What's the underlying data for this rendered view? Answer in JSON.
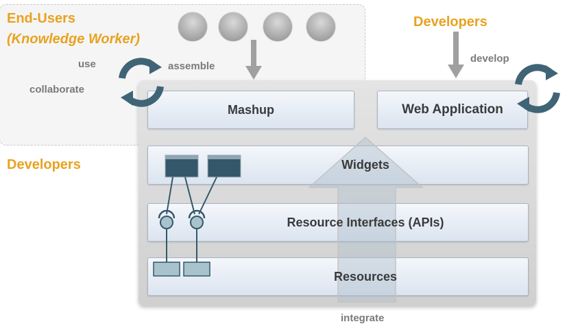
{
  "end_users": {
    "title": "End-Users",
    "subtitle": "(Knowledge Worker)",
    "use_label": "use",
    "collaborate_label": "collaborate",
    "assemble_label": "assemble"
  },
  "developers_right": {
    "title": "Developers",
    "develop_label": "develop"
  },
  "developers_left": {
    "title": "Developers"
  },
  "layers": {
    "mashup": "Mashup",
    "web_application": "Web Application",
    "widgets": "Widgets",
    "resource_interfaces": "Resource Interfaces (APIs)",
    "resources": "Resources"
  },
  "integrate_label": "integrate",
  "avatars": [
    "person-1",
    "person-2",
    "person-3",
    "person-4"
  ],
  "colors": {
    "accent": "#e9a21f",
    "cycle": "#3f6475",
    "component": "#34576a",
    "arrow": "#a0a0a0"
  }
}
